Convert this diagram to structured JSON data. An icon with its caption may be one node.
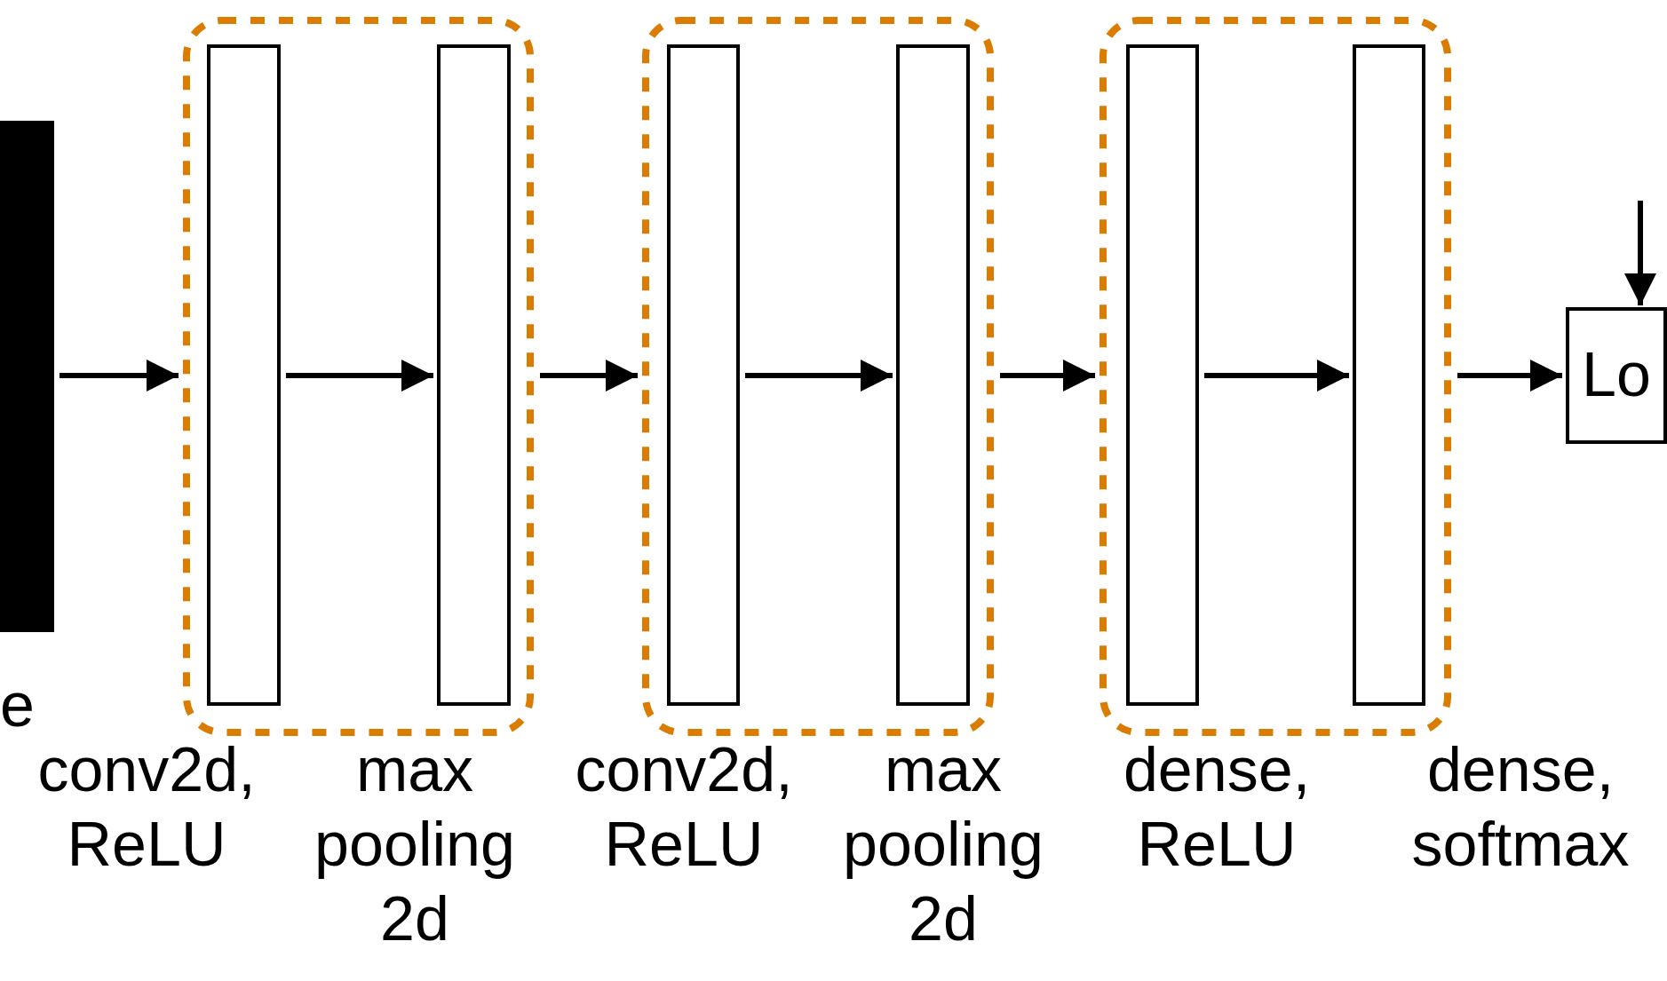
{
  "diagram": {
    "nodes": [
      {
        "text": [],
        "shape": "bar"
      },
      {
        "text": [],
        "shape": "box"
      },
      {
        "text": [],
        "in": 1,
        "shape": "box",
        "beside": [
          "conv2d, ReLU"
        ]
      },
      {
        "text": [],
        "in": 1,
        "shape": "box",
        "beside": [
          "max pooling 2d"
        ]
      },
      {
        "text": [],
        "shape": "box"
      },
      {
        "text": [],
        "in": 4,
        "shape": "box",
        "beside": [
          "conv2d, ReLU"
        ]
      },
      {
        "text": [],
        "in": 4,
        "shape": "box",
        "beside": [
          "max pooling 2d"
        ]
      },
      {
        "text": [],
        "shape": "box"
      },
      {
        "text": [],
        "in": 7,
        "shape": "box",
        "beside": [
          "dense, ReLU"
        ]
      },
      {
        "text": [],
        "in": 7,
        "shape": "box",
        "beside": [
          "dense, softmax"
        ]
      },
      {
        "text": [
          "Lo"
        ]
      }
    ],
    "edges": [
      {
        "from": 0,
        "to": 1,
        "arrow": "to"
      },
      {
        "from": 2,
        "to": 3,
        "arrow": "to"
      },
      {
        "from": 1,
        "to": 4,
        "arrow": "to"
      },
      {
        "from": 5,
        "to": 6,
        "arrow": "to"
      },
      {
        "from": 4,
        "to": 7,
        "arrow": "to"
      },
      {
        "from": 8,
        "to": 9,
        "arrow": "to"
      },
      {
        "from": 7,
        "to": 10,
        "arrow": "to"
      },
      {
        "from": null,
        "to": 10,
        "arrow": "to"
      }
    ],
    "labels": [
      "e"
    ]
  }
}
